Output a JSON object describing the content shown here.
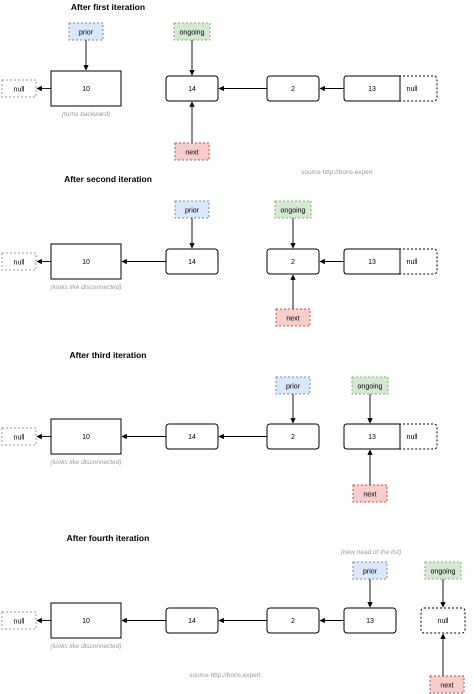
{
  "source_label": "source http://boris.expert",
  "labels": {
    "null": "null",
    "prior": "prior",
    "ongoing": "ongoing",
    "next": "next"
  },
  "colors": {
    "prior_fill": "#dae8fc",
    "prior_stroke": "#6c8ebf",
    "ongoing_fill": "#d5e8d4",
    "ongoing_stroke": "#82b366",
    "next_fill": "#f8cecc",
    "next_stroke": "#b85450",
    "null_stroke": "#999999"
  },
  "sections": [
    {
      "title": "After first iteration",
      "nodes": [
        "10",
        "14",
        "2",
        "13"
      ],
      "note": "(turns backward)",
      "source": "source http://boris.expert"
    },
    {
      "title": "After second iteration",
      "nodes": [
        "10",
        "14",
        "2",
        "13"
      ],
      "note": "(looks like disconnected)"
    },
    {
      "title": "After third iteration",
      "nodes": [
        "10",
        "14",
        "2",
        "13"
      ],
      "note": "(looks like disconnected)"
    },
    {
      "title": "After fourth iteration",
      "nodes": [
        "10",
        "14",
        "2",
        "13"
      ],
      "note": "(looks like disconnected)",
      "head_note": "(new head of the list)",
      "source": "source http://boris.expert"
    }
  ]
}
